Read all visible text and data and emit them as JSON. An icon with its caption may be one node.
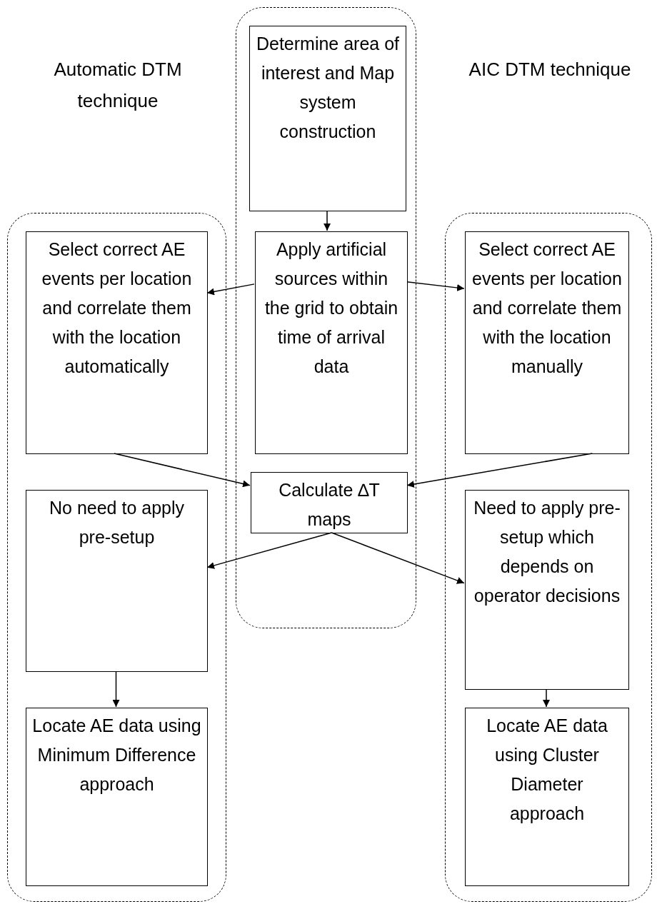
{
  "diagram": {
    "nodes": [
      {
        "text": [],
        "shape": "box"
      },
      {
        "text": [],
        "shape": "box"
      },
      {
        "text": [],
        "shape": "box"
      },
      {
        "text": [
          "Determine area of interest and Map system construction"
        ],
        "in": 1
      },
      {
        "text": [
          "Select correct AE events per location and correlate them with the location automatically"
        ],
        "in": 0
      },
      {
        "text": [
          "Apply artificial sources within the grid to obtain time of arrival data"
        ],
        "in": 1
      },
      {
        "text": [
          "Select correct AE events per location and correlate them with the location manually"
        ],
        "in": 2
      },
      {
        "text": [
          "No need to apply pre-setup"
        ],
        "in": 0
      },
      {
        "text": [
          "Calculate ∆T maps"
        ],
        "in": 1
      },
      {
        "text": [
          "Need to apply pre-setup which depends on operator decisions"
        ],
        "in": 2
      },
      {
        "text": [
          "Locate AE data using Minimum Difference approach"
        ],
        "in": 0
      },
      {
        "text": [
          "Locate AE data using Cluster Diameter approach"
        ],
        "in": 2
      }
    ],
    "edges": [
      {
        "from": 3,
        "to": 5,
        "arrow": "to"
      },
      {
        "from": 5,
        "to": 4,
        "arrow": "to"
      },
      {
        "from": 5,
        "to": 6,
        "arrow": "to"
      },
      {
        "from": 4,
        "to": 8,
        "arrow": "to"
      },
      {
        "from": 6,
        "to": 8,
        "arrow": "to"
      },
      {
        "from": 8,
        "to": 7,
        "arrow": "to"
      },
      {
        "from": 8,
        "to": 9,
        "arrow": "to"
      },
      {
        "from": 7,
        "to": 10,
        "arrow": "to"
      },
      {
        "from": 9,
        "to": 11,
        "arrow": "to"
      }
    ],
    "labels": [
      "Automatic DTM technique",
      "AIC DTM technique"
    ]
  }
}
